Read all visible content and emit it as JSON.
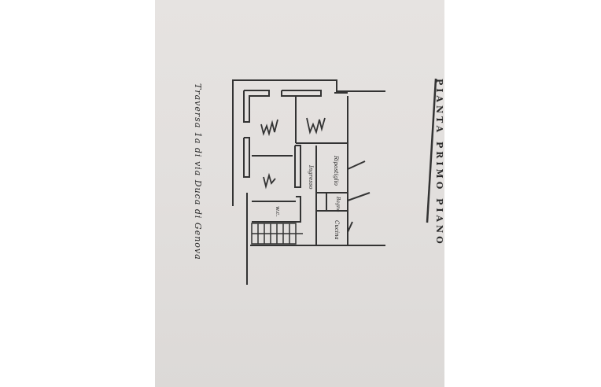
{
  "document": {
    "title": "PIANTA PRIMO PIANO",
    "street_label": "Traversa 1a di via Duca di Genova",
    "rooms": {
      "storage": "Ripostiglio",
      "hall": "Ingresso",
      "bathroom": "Bagno",
      "kitchen": "Cucina",
      "wc": "w.c."
    }
  },
  "colors": {
    "paper": "#e3e0de",
    "ink": "#2a2a2a",
    "background": "#ffffff"
  }
}
